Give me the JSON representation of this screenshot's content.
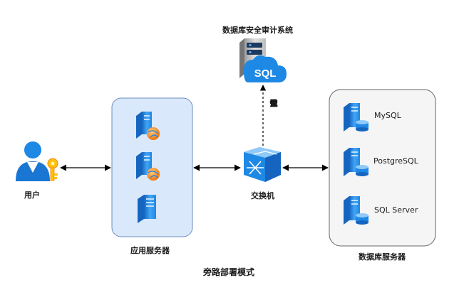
{
  "diagram": {
    "title": "旁路部署模式",
    "audit_system_label": "数据库安全审计系统",
    "audit_icon_text": "SQL",
    "mirror_label": [
      "镜",
      "像",
      "流",
      "量"
    ],
    "switch_label": "交换机",
    "user_label": "用户",
    "app_servers_label": "应用服务器",
    "db_servers_label": "数据库服务器",
    "databases": [
      "MySQL",
      "PostgreSQL",
      "SQL Server"
    ]
  },
  "colors": {
    "app_group_fill": "#dae8fc",
    "app_group_stroke": "#6c8ebf",
    "db_group_fill": "#f5f5f5",
    "db_group_stroke": "#666666",
    "icon_blue": "#1e88e5",
    "icon_light": "#90caf9",
    "arrow": "#000000"
  }
}
